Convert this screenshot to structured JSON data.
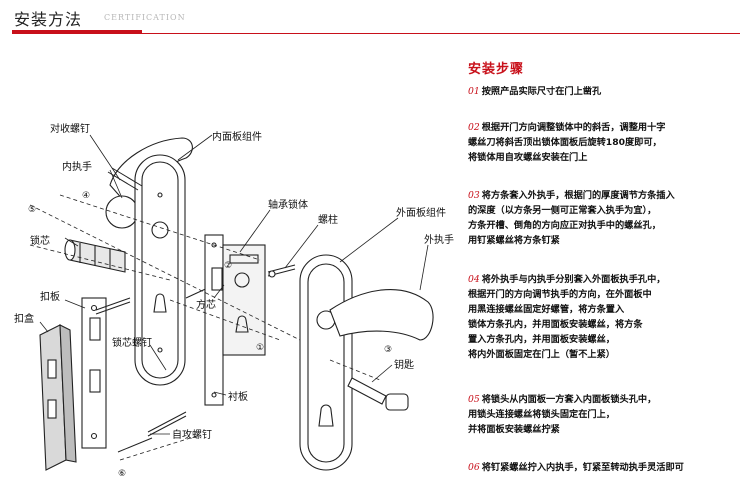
{
  "header": {
    "title": "安装方法",
    "subtitle": "CERTIFICATION",
    "accent_color": "#c8101a"
  },
  "diagram": {
    "labels": {
      "dui_shou_luo_ding": "对收螺钉",
      "nei_mian_ban": "内面板组件",
      "nei_zhi_shou": "内执手",
      "suo_xin": "锁芯",
      "zhou_cheng_suo_ti": "轴承锁体",
      "luo_zhu": "螺柱",
      "wai_mian_ban": "外面板组件",
      "wai_zhi_shou": "外执手",
      "fang_xin": "方芯",
      "kou_ban": "扣板",
      "kou_he": "扣盒",
      "suo_xin_luo_ding": "锁芯螺钉",
      "chen_ban": "衬板",
      "zi_gong_luo_ding": "自攻螺钉",
      "yao_shi": "钥匙"
    },
    "numbers": [
      "①",
      "②",
      "③",
      "④",
      "⑤",
      "⑥"
    ]
  },
  "steps": {
    "title": "安装步骤",
    "items": [
      {
        "label": "01",
        "lines": [
          "按照产品实际尺寸在门上凿孔"
        ]
      },
      {
        "label": "02",
        "lines": [
          "根据开门方向调整锁体中的斜舌，调整用十字",
          "螺丝刀将斜舌顶出锁体面板后旋转180度即可，",
          "将锁体用自攻螺丝安装在门上"
        ]
      },
      {
        "label": "03",
        "lines": [
          "将方条套入外执手，根据门的厚度调节方条插入",
          "的深度（以方条另一侧可正常套入执手为宜），",
          "方条开槽、倒角的方向应正对执手中的螺丝孔，",
          "用钉紧螺丝将方条钉紧"
        ]
      },
      {
        "label": "04",
        "lines": [
          "将外执手与内执手分别套入外面板执手孔中，",
          "根据开门的方向调节执手的方向，在外面板中",
          "用黑连接螺丝固定好螺管，将方条置入",
          "锁体方条孔内，并用面板安装螺丝，将方条",
          "置入方条孔内，并用面板安装螺丝，",
          "将内外面板固定在门上（暂不上紧）"
        ]
      },
      {
        "label": "05",
        "lines": [
          "将锁头从内面板一方套入内面板锁头孔中，",
          "用锁头连接螺丝将锁头固定在门上，",
          "并将面板安装螺丝拧紧"
        ]
      },
      {
        "label": "06",
        "lines": [
          "将钉紧螺丝拧入内执手，钉紧至转动执手灵活即可"
        ]
      }
    ]
  }
}
